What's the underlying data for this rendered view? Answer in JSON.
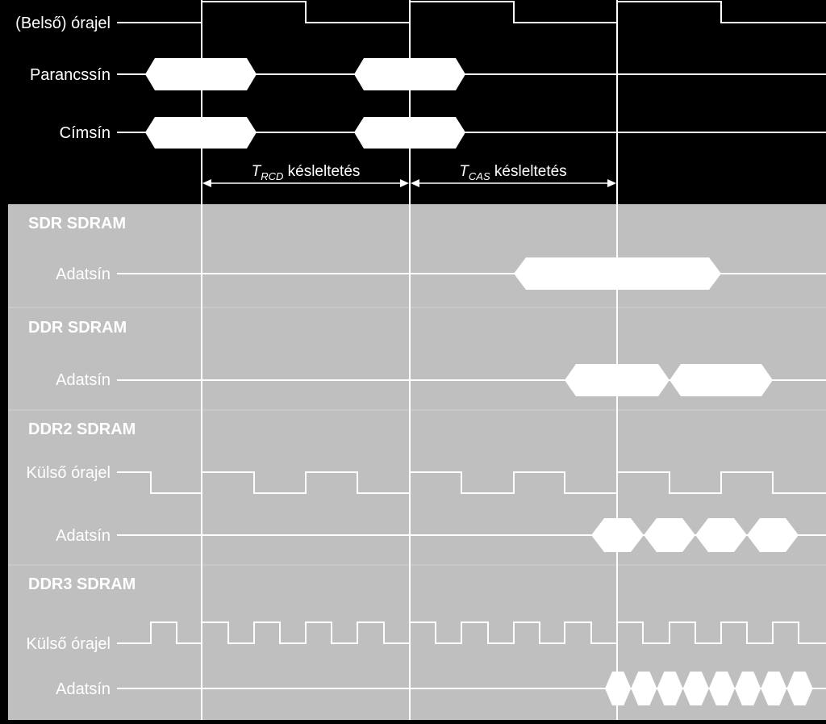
{
  "diagram": {
    "internal_clock_label": "(Belső) órajel",
    "command_bus_label": "Parancssín",
    "address_bus_label": "Címsín",
    "trcd": {
      "symbol": "T",
      "subscript": "RCD",
      "text": " késleltetés"
    },
    "tcas": {
      "symbol": "T",
      "subscript": "CAS",
      "text": " késleltetés"
    },
    "sections": [
      {
        "title": "SDR SDRAM",
        "rows": [
          {
            "label": "Adatsín"
          }
        ]
      },
      {
        "title": "DDR SDRAM",
        "rows": [
          {
            "label": "Adatsín"
          }
        ]
      },
      {
        "title": "DDR2 SDRAM",
        "rows": [
          {
            "label": "Külső órajel"
          },
          {
            "label": "Adatsín"
          }
        ]
      },
      {
        "title": "DDR3 SDRAM",
        "rows": [
          {
            "label": "Külső órajel"
          },
          {
            "label": "Adatsín"
          }
        ]
      }
    ]
  },
  "colors": {
    "background": "#000000",
    "panel": "#bfbfbf",
    "signal": "#ffffff",
    "delay_text": "#000000"
  }
}
